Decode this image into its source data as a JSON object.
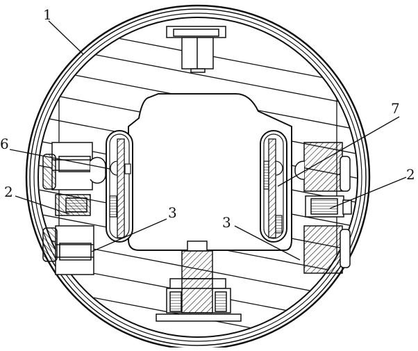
{
  "labels": {
    "l1": "1",
    "l2_left": "2",
    "l2_right": "2",
    "l3_left": "3",
    "l3_right": "3",
    "l6": "6",
    "l7": "7"
  },
  "colors": {
    "ink": "#111111",
    "paper": "#ffffff"
  }
}
